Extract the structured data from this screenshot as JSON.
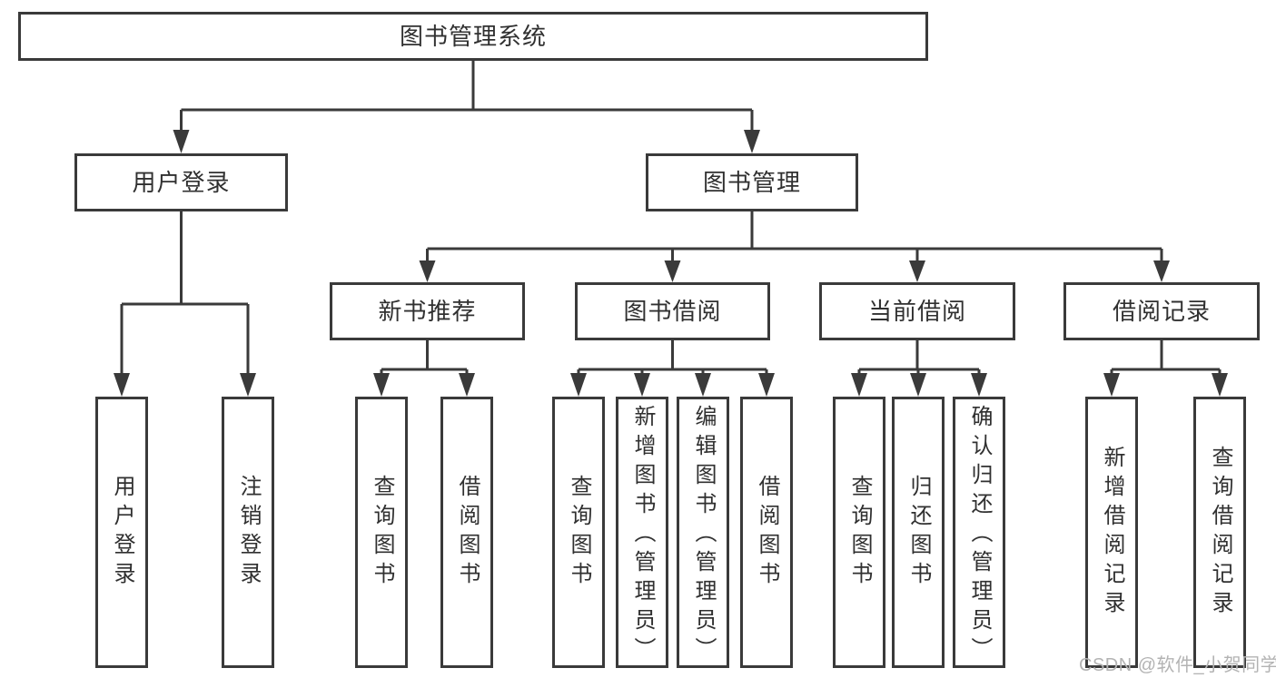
{
  "root": "图书管理系统",
  "level2": [
    "用户登录",
    "图书管理"
  ],
  "level3": [
    "新书推荐",
    "图书借阅",
    "当前借阅",
    "借阅记录"
  ],
  "leaves": {
    "login": [
      "用户登录",
      "注销登录"
    ],
    "recommend": [
      "查询图书",
      "借阅图书"
    ],
    "borrow": [
      "查询图书",
      "新增图书（管理员）",
      "编辑图书（管理员）",
      "借阅图书"
    ],
    "current": [
      "查询图书",
      "归还图书",
      "确认归还（管理员）"
    ],
    "records": [
      "新增借阅记录",
      "查询借阅记录"
    ]
  },
  "watermark": "CSDN @软件_小贺同学",
  "colors": {
    "line": "#3a3a3a",
    "text": "#303030",
    "watermark": "#b3b3b3",
    "background": "#ffffff"
  }
}
